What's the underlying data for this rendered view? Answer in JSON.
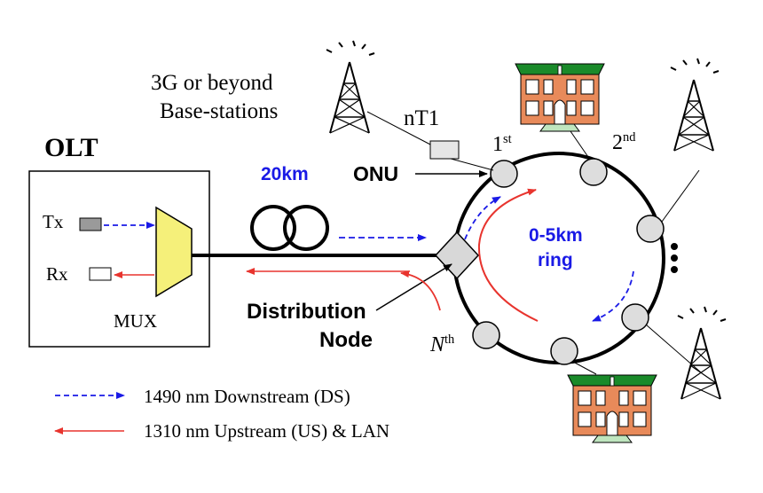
{
  "labels": {
    "base_stations": "3G or beyond",
    "base_stations_line2": "Base-stations",
    "ntl": "nT1",
    "olt": "OLT",
    "tx": "Tx",
    "rx": "Rx",
    "mux": "MUX",
    "distance": "20km",
    "onu": "ONU",
    "distribution_line1": "Distribution",
    "distribution_line2": "Node",
    "ring_line1": "0-5km",
    "ring_line2": "ring",
    "onu_first": "1",
    "onu_first_sup": "st",
    "onu_second": "2",
    "onu_second_sup": "nd",
    "onu_nth": "N",
    "onu_nth_sup": "th"
  },
  "legend": {
    "downstream": "1490 nm Downstream (DS)",
    "upstream": "1310 nm Upstream (US) & LAN"
  },
  "colors": {
    "downstream": "#1a1ae6",
    "upstream": "#e8342e",
    "mux_fill": "#f5f07a",
    "building_wall": "#e88a5a",
    "building_roof": "#1a8a2a",
    "onu_fill": "#dddddd"
  }
}
